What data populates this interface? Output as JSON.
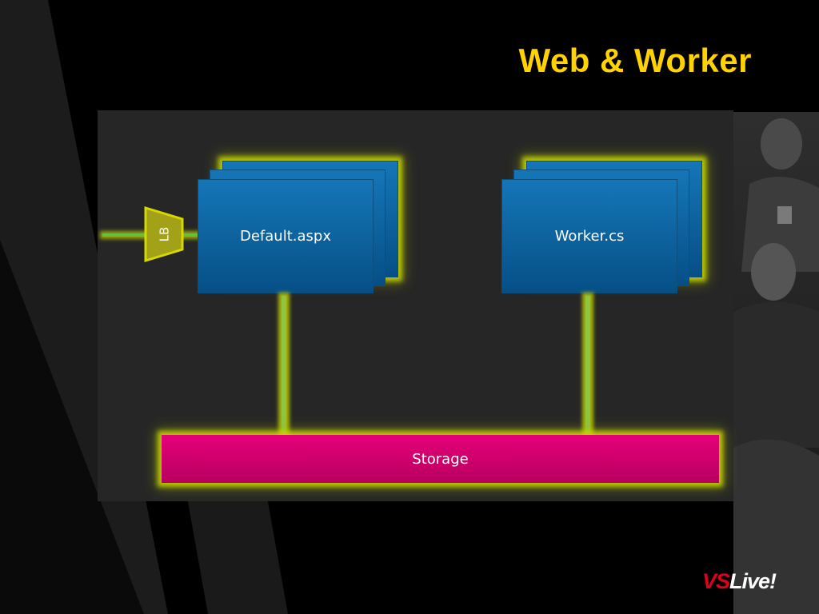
{
  "slide": {
    "title": "Web & Worker",
    "logo": {
      "vs": "VS",
      "live": "Live!"
    }
  },
  "diagram": {
    "load_balancer": {
      "label": "LB"
    },
    "web_role": {
      "label": "Default.aspx"
    },
    "worker_role": {
      "label": "Worker.cs"
    },
    "storage": {
      "label": "Storage"
    }
  },
  "colors": {
    "title": "#ffd200",
    "role_blue": "#0b66a8",
    "storage_pink": "#d9006f",
    "glow_yellow": "#c8d700",
    "connector_green": "#8ec63f",
    "logo_red": "#e0001b"
  }
}
